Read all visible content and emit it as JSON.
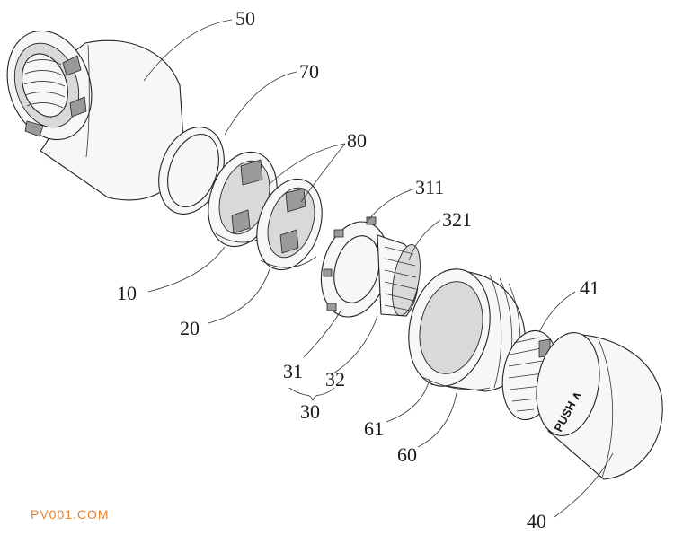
{
  "labels": {
    "l50": "50",
    "l70": "70",
    "l80": "80",
    "l311": "311",
    "l321": "321",
    "l41": "41",
    "l10": "10",
    "l20": "20",
    "l31": "31",
    "l32": "32",
    "l30": "30",
    "l61": "61",
    "l60": "60",
    "l40": "40"
  },
  "push_text": "PUSH ∧",
  "watermark": "PV001.COM",
  "colors": {
    "line": "#222222",
    "watermark": "#e8832a",
    "background": "#ffffff"
  }
}
